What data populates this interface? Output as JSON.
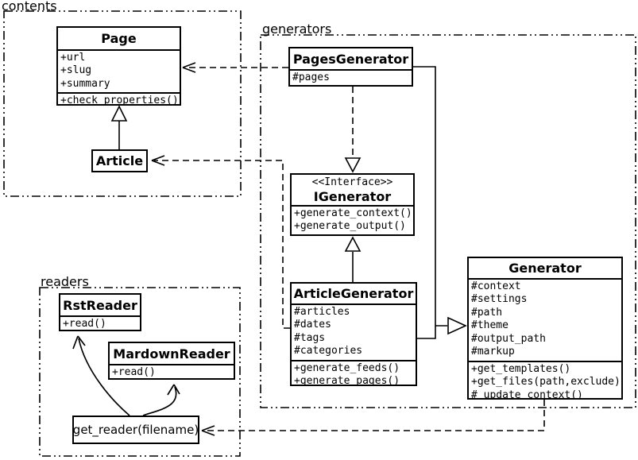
{
  "colors": {
    "foreground": "#000000",
    "background": "#ffffff",
    "box_fill": "#ffffff"
  },
  "packages": {
    "contents": {
      "label": "contents"
    },
    "generators": {
      "label": "generators"
    },
    "readers": {
      "label": "readers"
    }
  },
  "classes": {
    "page": {
      "name": "Page",
      "attributes": [
        "+url",
        "+slug",
        "+summary"
      ],
      "methods": [
        "+check_properties()"
      ]
    },
    "article": {
      "name": "Article",
      "attributes": [],
      "methods": []
    },
    "pages_generator": {
      "name": "PagesGenerator",
      "attributes": [
        "#pages"
      ],
      "methods": []
    },
    "igenerator": {
      "stereotype": "<<Interface>>",
      "name": "IGenerator",
      "attributes": [],
      "methods": [
        "+generate_context()",
        "+generate_output()"
      ]
    },
    "article_generator": {
      "name": "ArticleGenerator",
      "attributes": [
        "#articles",
        "#dates",
        "#tags",
        "#categories"
      ],
      "methods": [
        "+generate_feeds()",
        "+generate_pages()"
      ]
    },
    "generator": {
      "name": "Generator",
      "attributes": [
        "#context",
        "#settings",
        "#path",
        "#theme",
        "#output_path",
        "#markup"
      ],
      "methods": [
        "+get_templates()",
        "+get_files(path,exclude)",
        "#_update_context()"
      ]
    },
    "rst_reader": {
      "name": "RstReader",
      "attributes": [],
      "methods": [
        "+read()"
      ]
    },
    "mardown_reader": {
      "name": "MardownReader",
      "attributes": [],
      "methods": [
        "+read()"
      ]
    }
  },
  "functions": {
    "get_reader": {
      "label": "get_reader(filename)"
    }
  },
  "relationships": [
    {
      "from": "Article",
      "to": "Page",
      "type": "generalization"
    },
    {
      "from": "PagesGenerator",
      "to": "Page",
      "type": "dependency"
    },
    {
      "from": "ArticleGenerator",
      "to": "Article",
      "type": "dependency"
    },
    {
      "from": "PagesGenerator",
      "to": "IGenerator",
      "type": "realization"
    },
    {
      "from": "ArticleGenerator",
      "to": "IGenerator",
      "type": "generalization"
    },
    {
      "from": "PagesGenerator",
      "to": "Generator",
      "type": "generalization"
    },
    {
      "from": "ArticleGenerator",
      "to": "Generator",
      "type": "generalization"
    },
    {
      "from": "Generator",
      "to": "get_reader(filename)",
      "type": "dependency"
    },
    {
      "from": "get_reader(filename)",
      "to": "RstReader",
      "type": "association"
    },
    {
      "from": "get_reader(filename)",
      "to": "MardownReader",
      "type": "association"
    }
  ]
}
